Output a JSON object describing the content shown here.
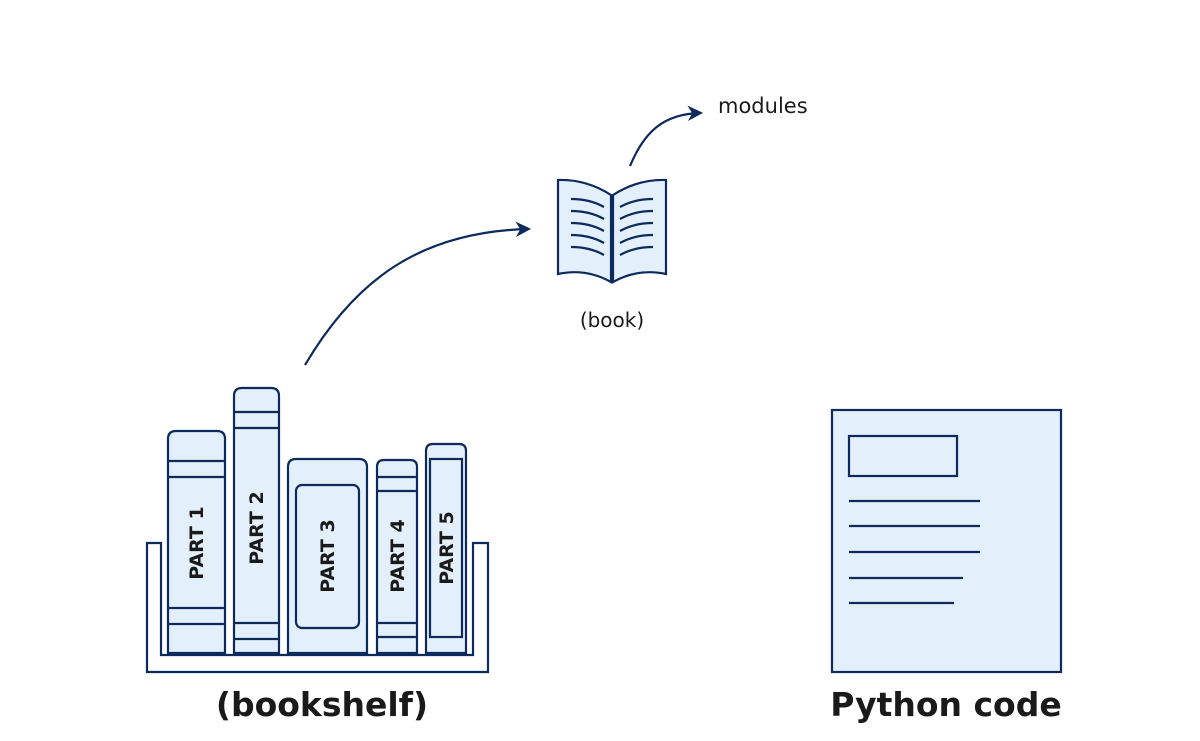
{
  "labels": {
    "modules": "modules",
    "book": "(book)",
    "bookshelf": "(bookshelf)",
    "python_code": "Python code"
  },
  "books": [
    {
      "label": "PART 1"
    },
    {
      "label": "PART 2"
    },
    {
      "label": "PART 3"
    },
    {
      "label": "PART 4"
    },
    {
      "label": "PART 5"
    }
  ],
  "colors": {
    "outline": "#0d2a5c",
    "fill": "#e3effa",
    "text": "#1a1a1a"
  }
}
